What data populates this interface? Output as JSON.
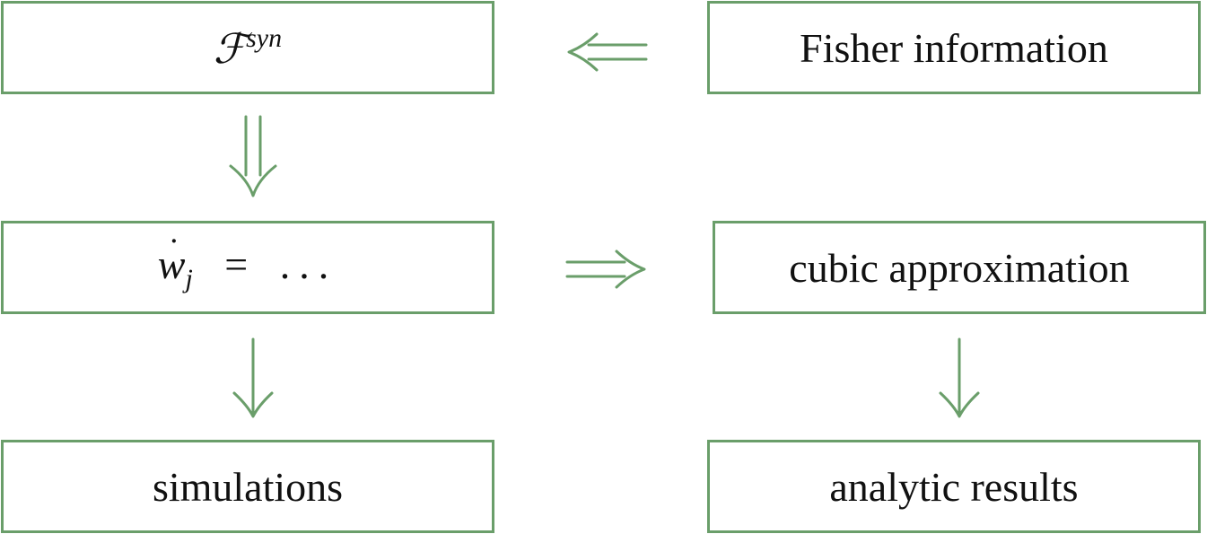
{
  "nodes": {
    "fsyn": {
      "symbol": "ℱ",
      "superscript": "syn"
    },
    "fisher": {
      "label": "Fisher information"
    },
    "wdot": {
      "var": "w",
      "dot": "˙",
      "subscript": "j",
      "eq": "=",
      "rhs": "..."
    },
    "cubic": {
      "label": "cubic approximation"
    },
    "simulations": {
      "label": "simulations"
    },
    "analytic": {
      "label": "analytic results"
    }
  },
  "colors": {
    "border": "#6a9e6a",
    "arrow": "#6a9e6a",
    "text": "#111111"
  },
  "arrows": [
    {
      "from": "fisher",
      "to": "fsyn",
      "style": "double"
    },
    {
      "from": "fsyn",
      "to": "wdot",
      "style": "double"
    },
    {
      "from": "wdot",
      "to": "cubic",
      "style": "double"
    },
    {
      "from": "wdot",
      "to": "simulations",
      "style": "single"
    },
    {
      "from": "cubic",
      "to": "analytic",
      "style": "single"
    }
  ]
}
